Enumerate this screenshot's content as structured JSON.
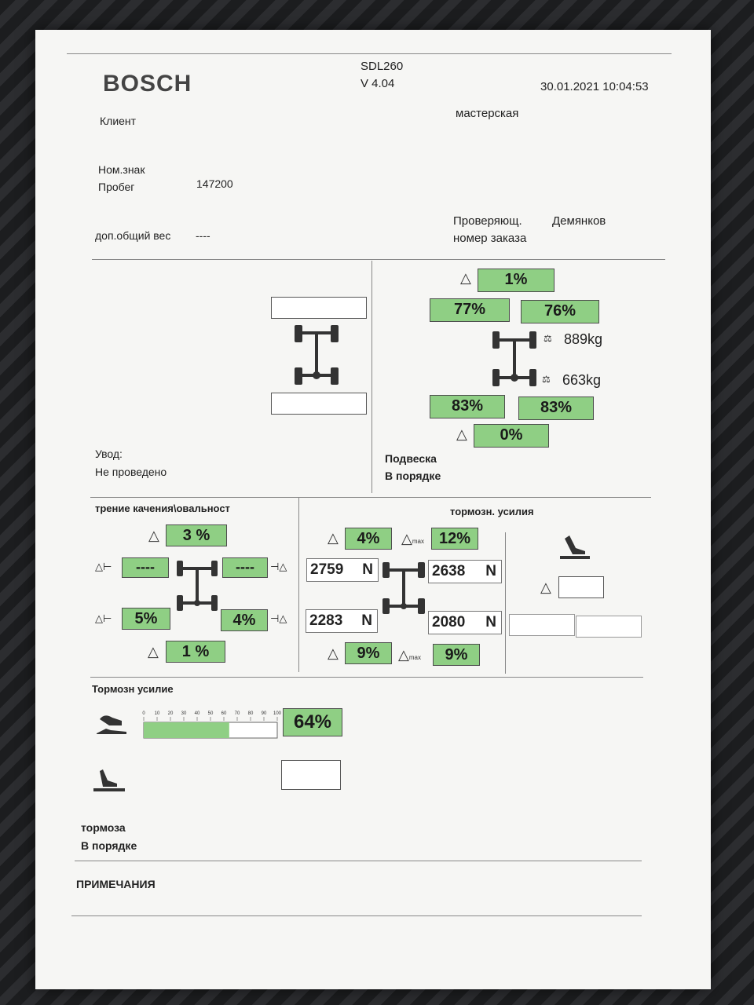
{
  "header": {
    "brand": "BOSCH",
    "model": "SDL260",
    "version": "V 4.04",
    "datetime": "30.01.2021  10:04:53"
  },
  "info": {
    "client_label": "Клиент",
    "workshop_label": "мастерская",
    "plate_label": "Ном.знак",
    "mileage_label": "Пробег",
    "mileage_value": "147200",
    "weight_label": "доп.общий вес",
    "weight_value": "----",
    "inspector_label": "Проверяющ.",
    "inspector_value": "Демянков",
    "order_label": "номер заказа"
  },
  "alignment": {
    "label": "Увод:",
    "status": "Не проведено"
  },
  "suspension": {
    "front_delta": "1%",
    "front_left": "77%",
    "front_right": "76%",
    "front_weight": "889kg",
    "rear_weight": "663kg",
    "rear_left": "83%",
    "rear_right": "83%",
    "rear_delta": "0%",
    "label": "Подвеска",
    "status": "В порядке"
  },
  "rolling": {
    "title": "трение качения\\овальност",
    "front_delta": "3  %",
    "front_left": "----",
    "front_right": "----",
    "rear_left": "5%",
    "rear_right": "4%",
    "rear_delta": "1  %"
  },
  "braking": {
    "title": "тормозн. усилия",
    "front_delta": "4%",
    "front_max": "12%",
    "front_left": "2759",
    "front_right": "2638",
    "rear_left": "2283",
    "rear_right": "2080",
    "unit": "N",
    "rear_delta": "9%",
    "rear_max": "9%",
    "max_sub": "max"
  },
  "pedal": {
    "title": "Тормозн усилие",
    "scale": [
      "0",
      "10",
      "20",
      "30",
      "40",
      "50",
      "60",
      "70",
      "80",
      "90",
      "100"
    ],
    "value_label": "64%",
    "value": 64,
    "brakes_label": "тормоза",
    "brakes_status": "В порядке"
  },
  "notes_label": "ПРИМЕЧАНИЯ",
  "colors": {
    "ok_green": "#8fcf84",
    "bar_green": "#8fcf84"
  }
}
